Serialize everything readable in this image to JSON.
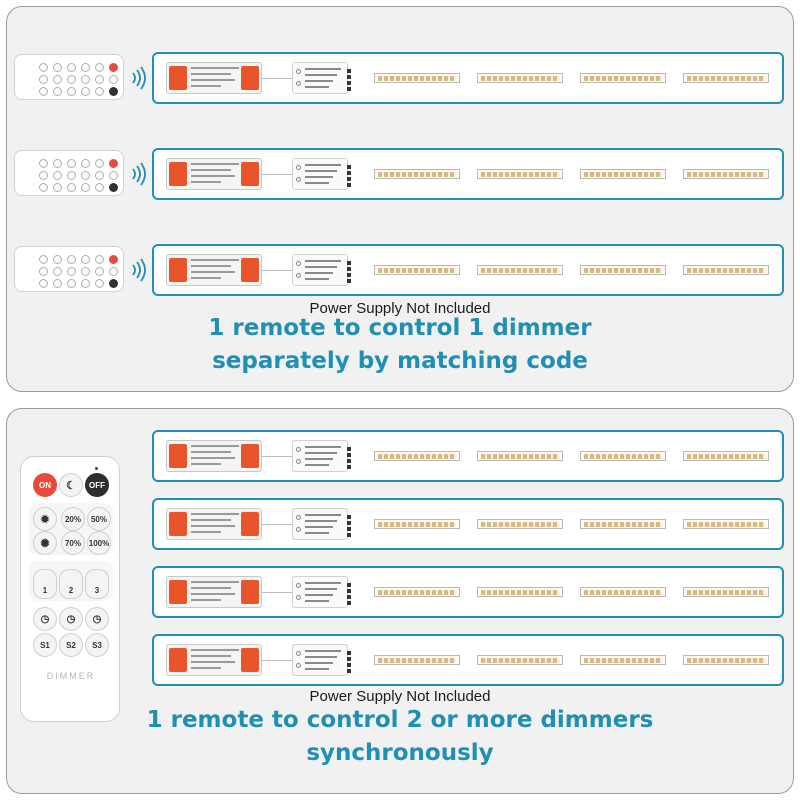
{
  "colors": {
    "accent": "#1f8fb3",
    "power_supply_orange": "#e8552b",
    "remote_on_red": "#e84a3c",
    "remote_off_black": "#2e2e2e",
    "panel_background": "#f1f1f1"
  },
  "top_section": {
    "note": "Power Supply Not Included",
    "headline_line1": "1 remote to control 1 dimmer",
    "headline_line2": "separately by matching code",
    "rows": 3,
    "remotes_per_row": 1,
    "led_strips_per_row": 4
  },
  "bottom_section": {
    "note": "Power Supply Not Included",
    "headline_line1": "1 remote to control 2 or more dimmers",
    "headline_line2": "synchronously",
    "rows": 4,
    "led_strips_per_row": 4
  },
  "remote": {
    "on_label": "ON",
    "off_label": "OFF",
    "level_20": "20%",
    "level_50": "50%",
    "level_70": "70%",
    "level_100": "100%",
    "zone_1": "1",
    "zone_2": "2",
    "zone_3": "3",
    "scene_1": "S1",
    "scene_2": "S2",
    "scene_3": "S3",
    "brand_text": "DIMMER",
    "icons": [
      "moon-icon",
      "sun-icon",
      "brightness-icon",
      "timer-icon"
    ]
  }
}
